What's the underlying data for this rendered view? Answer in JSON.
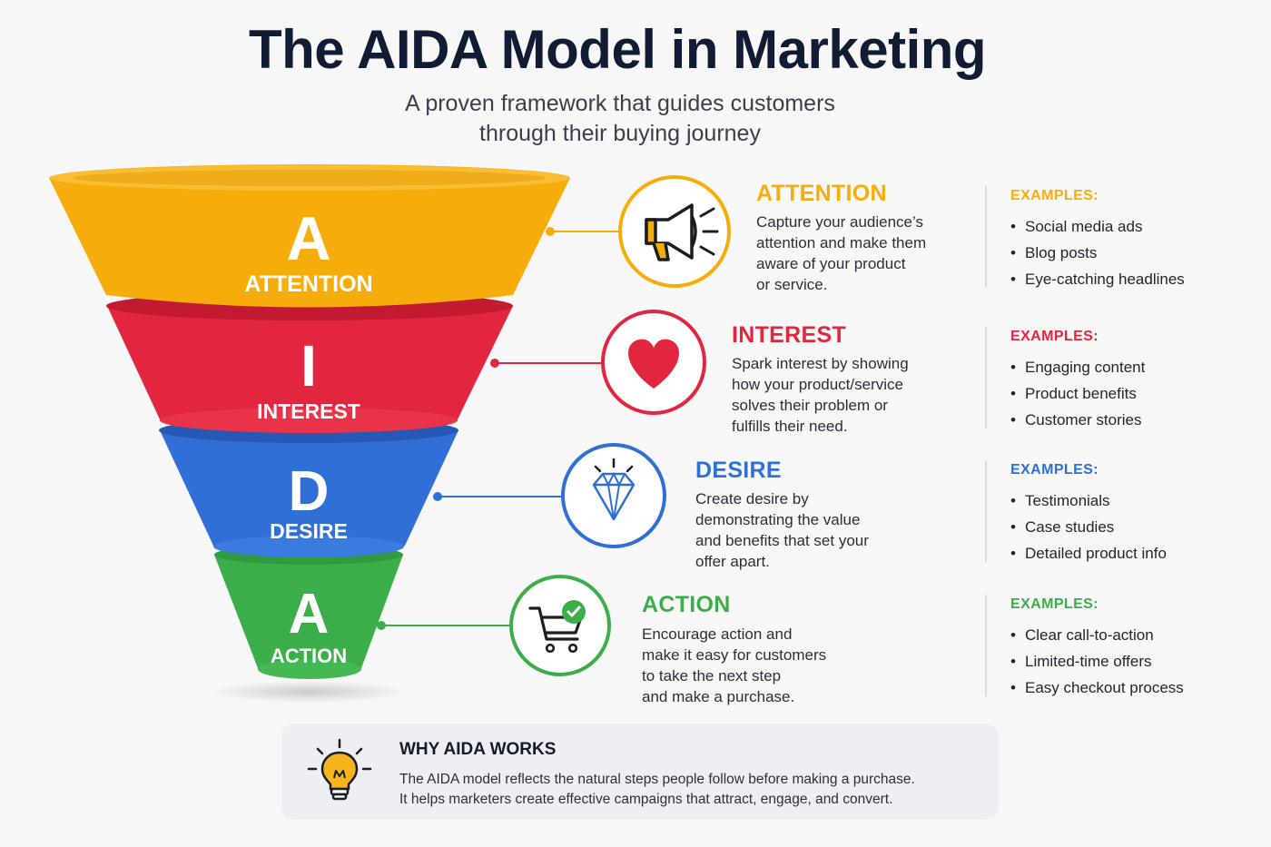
{
  "header": {
    "title": "The AIDA Model in Marketing",
    "subtitle_line1": "A proven framework that guides customers",
    "subtitle_line2": "through their buying journey"
  },
  "stages": [
    {
      "letter": "A",
      "label": "ATTENTION",
      "title": "ATTENTION",
      "color": "#f6ac0b",
      "icon": "megaphone-icon",
      "description": [
        "Capture your audience’s",
        "attention and make them",
        "aware of your product",
        "or service."
      ],
      "examples_label": "EXAMPLES:",
      "examples": [
        "Social media ads",
        "Blog posts",
        "Eye-catching headlines"
      ]
    },
    {
      "letter": "I",
      "label": "INTEREST",
      "title": "INTEREST",
      "color": "#e3263f",
      "icon": "heart-icon",
      "description": [
        "Spark interest by showing",
        "how your product/service",
        "solves their problem or",
        "fulfills their need."
      ],
      "examples_label": "EXAMPLES:",
      "examples": [
        "Engaging content",
        "Product benefits",
        "Customer stories"
      ]
    },
    {
      "letter": "D",
      "label": "DESIRE",
      "title": "DESIRE",
      "color": "#2f6fd6",
      "icon": "diamond-icon",
      "description": [
        "Create desire by",
        "demonstrating the value",
        "and benefits that set your",
        "offer apart."
      ],
      "examples_label": "EXAMPLES:",
      "examples": [
        "Testimonials",
        "Case studies",
        "Detailed product info"
      ]
    },
    {
      "letter": "A",
      "label": "ACTION",
      "title": "ACTION",
      "color": "#3bae4a",
      "icon": "cart-check-icon",
      "description": [
        "Encourage action and",
        "make it easy for customers",
        "to take the next step",
        "and make a purchase."
      ],
      "examples_label": "EXAMPLES:",
      "examples": [
        "Clear call-to-action",
        "Limited-time offers",
        "Easy checkout process"
      ]
    }
  ],
  "why": {
    "title": "WHY AIDA WORKS",
    "line1": "The AIDA model reflects the natural steps people follow before making a purchase.",
    "line2": "It helps marketers create effective campaigns that attract, engage, and convert.",
    "icon": "lightbulb-icon"
  }
}
